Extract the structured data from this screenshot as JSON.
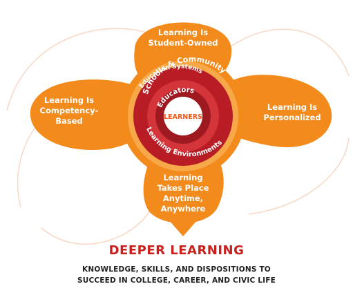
{
  "colors": {
    "petal": "#f38a1c",
    "petal_light": "#f7a94a",
    "ring_outer": "#b81d25",
    "ring_mid": "#d3353a",
    "ring_inner": "#9e1a20",
    "center_fill": "#ffffff",
    "center_text": "#f05a1c",
    "title": "#c8201d",
    "curve": "#f8d7c3"
  },
  "petals": {
    "top": [
      "Learning Is",
      "Student-Owned"
    ],
    "left": [
      "Learning Is",
      "Competency-",
      "Based"
    ],
    "right": [
      "Learning Is",
      "Personalized"
    ],
    "bottom": [
      "Learning",
      "Takes Place",
      "Anytime,",
      "Anywhere"
    ]
  },
  "rings": {
    "education_systems": "Education Systems",
    "schools_community": "Schools & Community",
    "educators": "Educators",
    "learners": "LEARNERS",
    "learning_environments": "Learning Environments"
  },
  "footer": {
    "title": "DEEPER LEARNING",
    "subtitle_line1": "KNOWLEDGE, SKILLS, AND DISPOSITIONS TO",
    "subtitle_line2": "SUCCEED IN COLLEGE, CAREER, AND CIVIC LIFE"
  }
}
